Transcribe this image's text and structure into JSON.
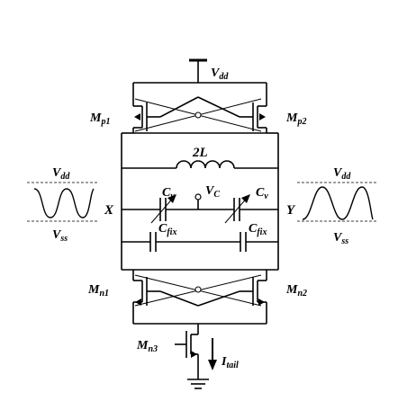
{
  "labels": {
    "vdd_top": {
      "main": "V",
      "sub": "dd"
    },
    "mp1": {
      "main": "M",
      "sub": "p1"
    },
    "mp2": {
      "main": "M",
      "sub": "p2"
    },
    "inductor": "2L",
    "cv_left": {
      "main": "C",
      "sub": "v"
    },
    "cv_right": {
      "main": "C",
      "sub": "v"
    },
    "vc": {
      "main": "V",
      "sub": "C"
    },
    "node_x": "X",
    "node_y": "Y",
    "cfix_left": {
      "main": "C",
      "sub": "fix"
    },
    "cfix_right": {
      "main": "C",
      "sub": "fix"
    },
    "mn1": {
      "main": "M",
      "sub": "n1"
    },
    "mn2": {
      "main": "M",
      "sub": "n2"
    },
    "mn3": {
      "main": "M",
      "sub": "n3"
    },
    "itail": {
      "main": "I",
      "sub": "tail"
    },
    "wave_left_top": {
      "main": "V",
      "sub": "dd"
    },
    "wave_left_bottom": {
      "main": "V",
      "sub": "ss"
    },
    "wave_right_top": {
      "main": "V",
      "sub": "dd"
    },
    "wave_right_bottom": {
      "main": "V",
      "sub": "ss"
    }
  }
}
